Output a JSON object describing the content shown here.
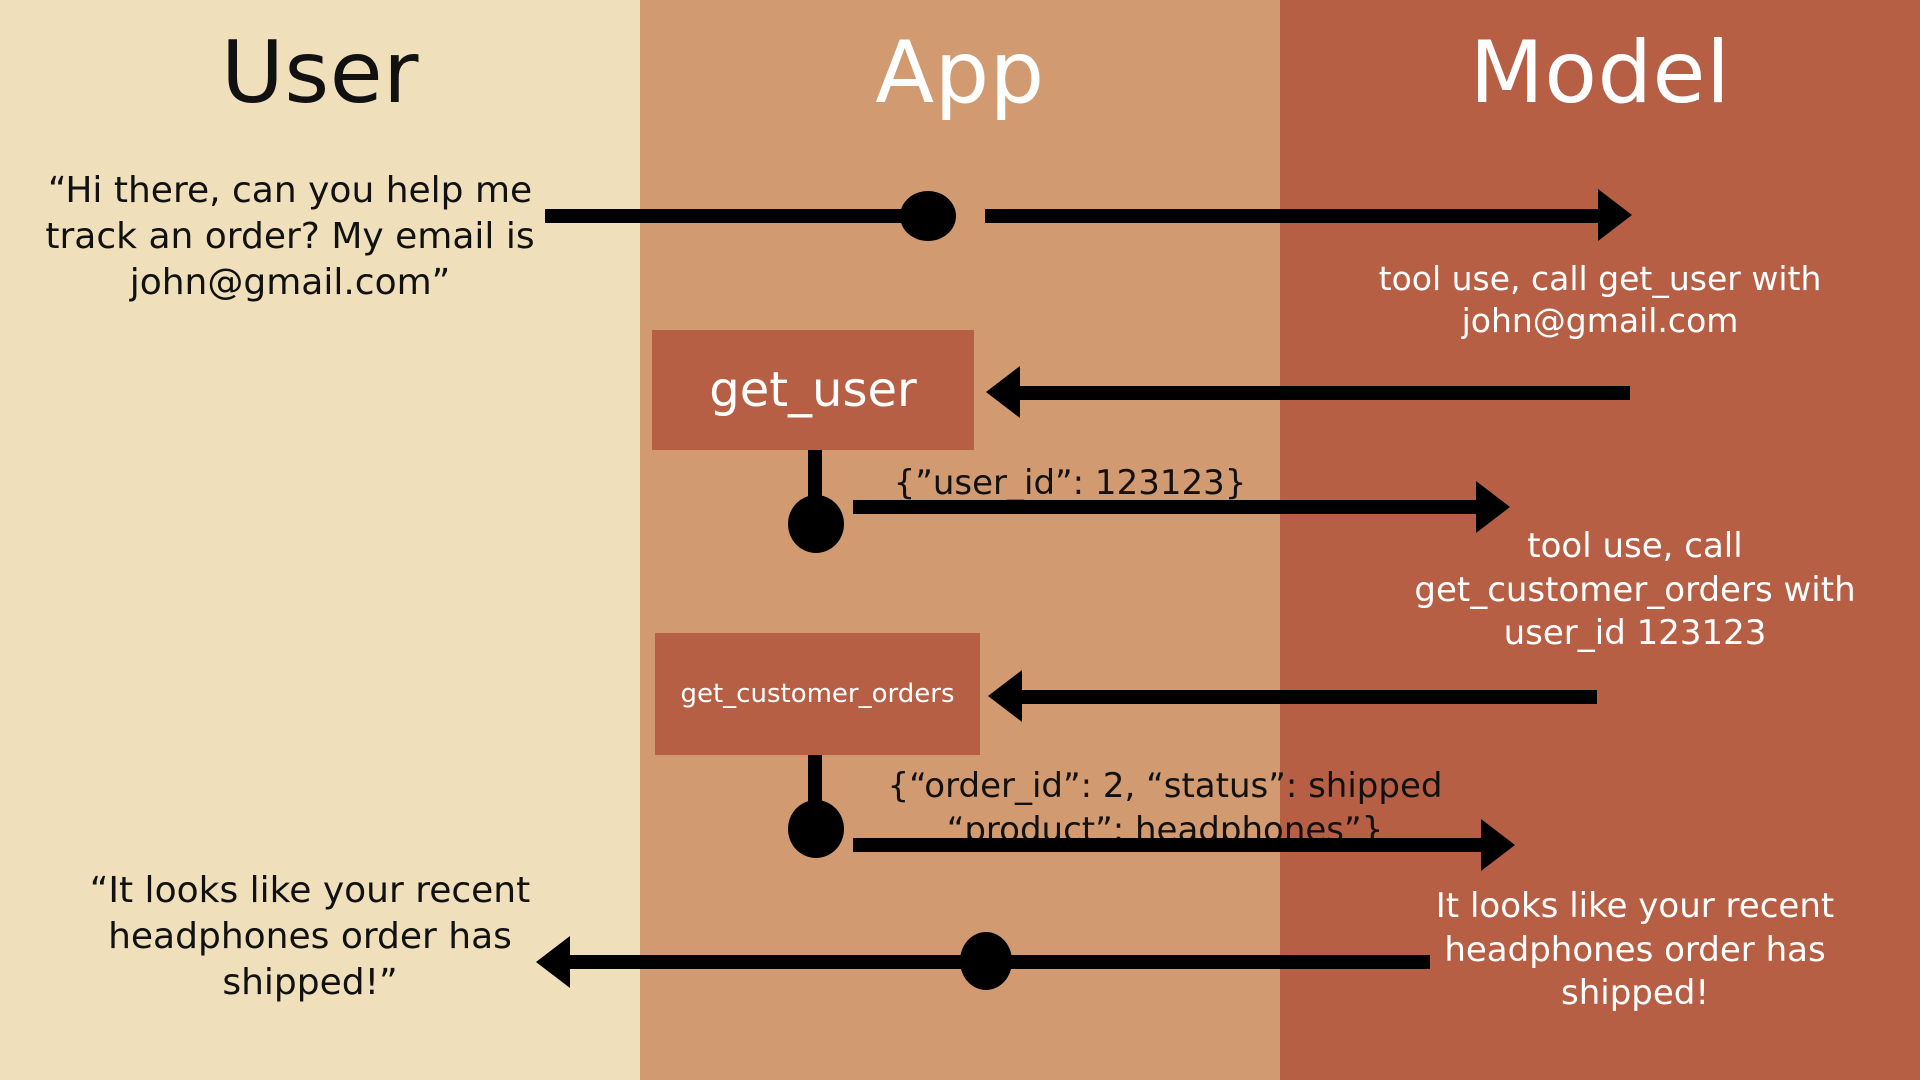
{
  "lanes": [
    {
      "title": "User",
      "color": "#EFDFBB",
      "title_color": "#111111"
    },
    {
      "title": "App",
      "color": "#D19A70",
      "title_color": "#FFFFFF"
    },
    {
      "title": "Model",
      "color": "#B75F45",
      "title_color": "#FFFFFF"
    }
  ],
  "messages": {
    "user_request": "“Hi there, can you help me track an order? My email is john@gmail.com”",
    "model_tool_call_1": "tool use, call get_user with john@gmail.com",
    "tool_result_1": "{”user_id”: 123123}",
    "model_tool_call_2": "tool use, call get_customer_orders with user_id 123123",
    "tool_result_2_line1": "{“order_id”: 2, “status”: shipped",
    "tool_result_2_line2": "“product”: headphones”}",
    "model_final_answer": "It looks like your recent headphones order has shipped!",
    "user_final_answer": "“It looks like your recent headphones order has shipped!”"
  },
  "tools": [
    {
      "name": "get_user"
    },
    {
      "name": "get_customer_orders"
    }
  ],
  "colors": {
    "user_lane": "#EFDFBB",
    "app_lane": "#D19A70",
    "model_lane": "#B75F45",
    "arrow": "#000000",
    "tool_box": "#B75F45"
  }
}
